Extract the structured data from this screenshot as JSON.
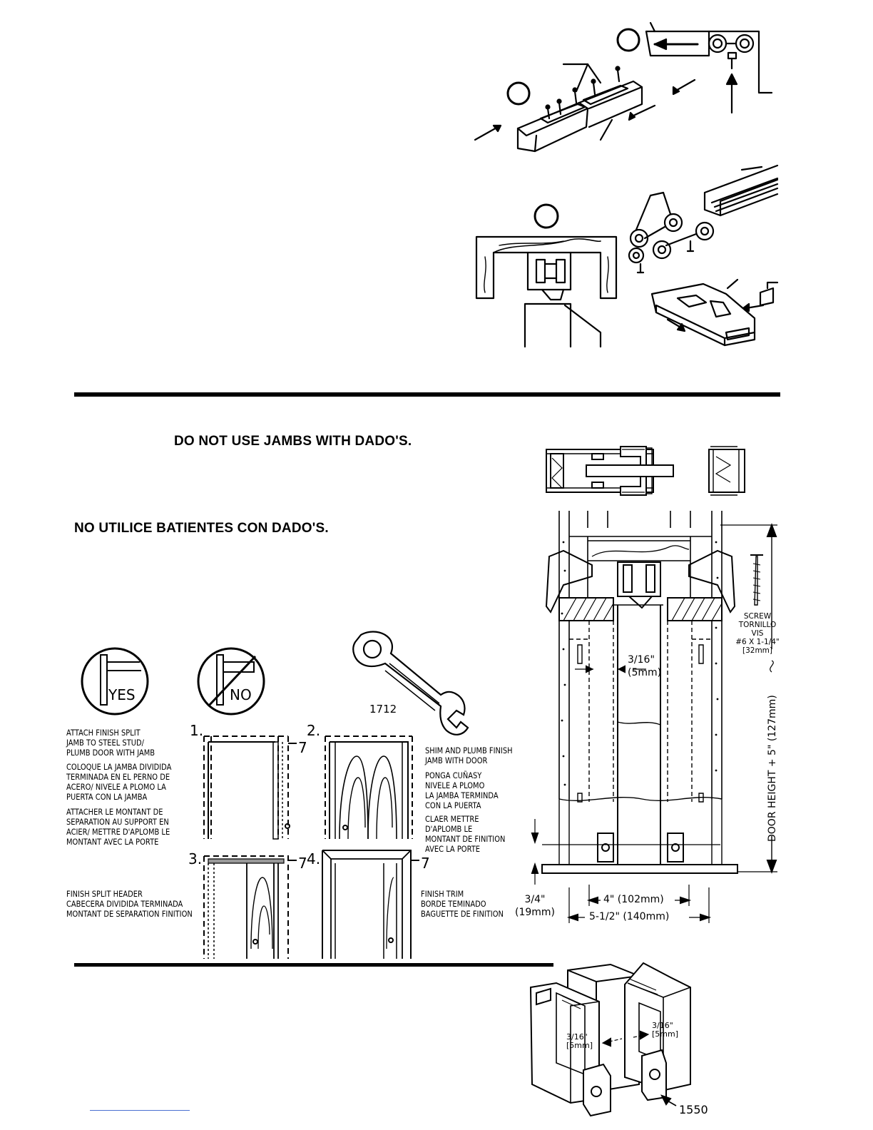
{
  "warnings": {
    "english": "DO NOT USE JAMBS WITH DADO'S.",
    "spanish": "NO UTILICE BATIENTES CON DADO'S."
  },
  "badges": {
    "yes": "YES",
    "no": "NO"
  },
  "wrench": {
    "part_number": "1712"
  },
  "steps": [
    {
      "number": "1.",
      "lines": [
        "ATTACH FINISH SPLIT",
        "JAMB TO STEEL STUD/",
        "PLUMB DOOR WITH JAMB"
      ],
      "lines_es": [
        "COLOQUE LA JAMBA DIVIDIDA",
        "TERMINADA EN EL PERNO DE",
        "ACERO/ NIVELE A PLOMO LA",
        "PUERTA CON LA JAMBA"
      ],
      "lines_fr": [
        "ATTACHER LE MONTANT DE",
        "SEPARATION AU SUPPORT EN",
        "ACIER/ METTRE D'APLOMB LE",
        "MONTANT AVEC LA PORTE"
      ]
    },
    {
      "number": "2.",
      "lines": [
        "SHIM AND PLUMB FINISH",
        "JAMB WITH DOOR"
      ],
      "lines_es": [
        "PONGA CUÑASY",
        "NIVELE A PLOMO",
        "LA JAMBA TERMINDA",
        "CON LA PUERTA"
      ],
      "lines_fr": [
        "CLAER METTRE",
        "D'APLOMB LE",
        "MONTANT DE FINITION",
        "AVEC LA PORTE"
      ]
    },
    {
      "number": "3.",
      "lines": [
        "FINISH SPLIT HEADER",
        "CABECERA DIVIDIDA TERMINADA",
        "MONTANT DE SEPARATION FINITION"
      ]
    },
    {
      "number": "4.",
      "lines": [
        "FINISH TRIM",
        "BORDE TEMINADO",
        "BAGUETTE DE FINITION"
      ]
    }
  ],
  "step_marker": "7",
  "screw_callout": [
    "SCREW",
    "TORNILLO",
    "VIS",
    "#6 X 1-1/4\"",
    "[32mm]"
  ],
  "dimensions": {
    "gap": [
      "3/16\"",
      "(5mm)"
    ],
    "threshold": [
      "3/4\"",
      "(19mm)"
    ],
    "inner_width": "4\" (102mm)",
    "outer_width": "5-1/2\" (140mm)",
    "door_height": "DOOR HEIGHT + 5\" (127mm)"
  },
  "bottom_guide": {
    "part_number": "1550",
    "left_gap": [
      "3/16\"",
      "[5mm]"
    ],
    "right_gap": [
      "3/16\"",
      "[5mm]"
    ]
  }
}
